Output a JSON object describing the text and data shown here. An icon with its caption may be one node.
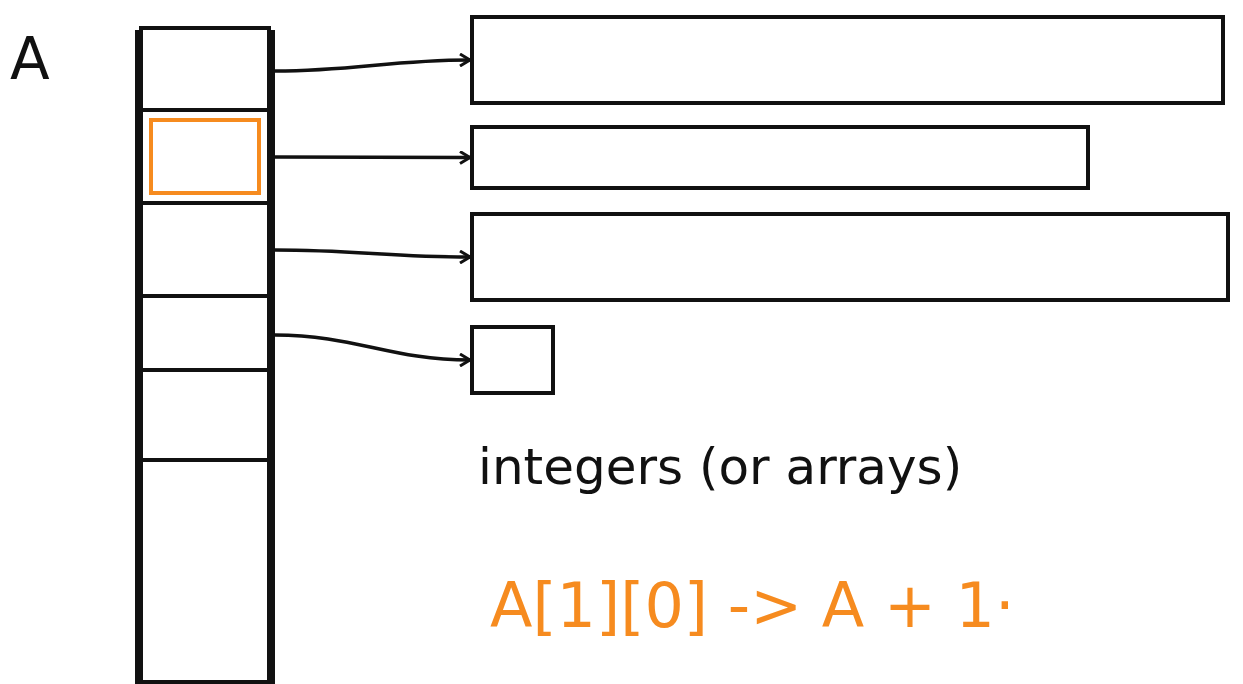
{
  "diagram": {
    "nodes": [
      {
        "text": [
          "A"
        ]
      },
      {
        "text": [],
        "shape": "box",
        "in": 0
      },
      {
        "text": [],
        "shape": "box",
        "in": 0
      },
      {
        "text": [],
        "shape": "box",
        "in": 0
      },
      {
        "text": [],
        "shape": "box",
        "in": 0
      },
      {
        "text": [],
        "shape": "box",
        "in": 0
      },
      {
        "text": [],
        "shape": "box",
        "in": 0
      },
      {
        "text": [],
        "shape": "box"
      },
      {
        "text": [],
        "shape": "box"
      },
      {
        "text": [],
        "shape": "box"
      },
      {
        "text": [],
        "shape": "box"
      }
    ],
    "edges": [
      {
        "from": 1,
        "to": 7,
        "arrow": "to"
      },
      {
        "from": 2,
        "to": 8,
        "arrow": "to"
      },
      {
        "from": 3,
        "to": 9,
        "arrow": "to"
      },
      {
        "from": 4,
        "to": 10,
        "arrow": "to"
      }
    ],
    "labels": [
      "integers (or arrays)",
      "A[1][0] -> A + 1·"
    ]
  }
}
